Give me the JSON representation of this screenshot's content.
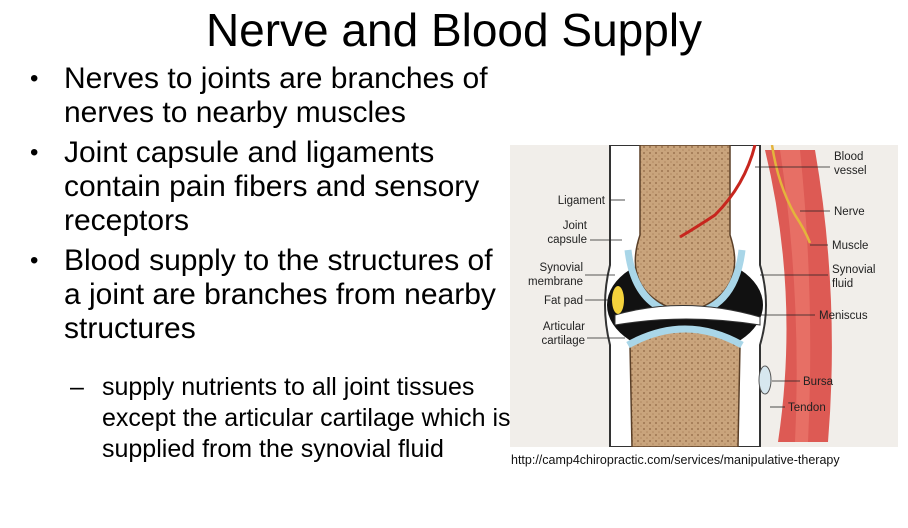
{
  "slide": {
    "title": "Nerve and Blood Supply",
    "bullets": [
      "Nerves to joints are branches of nerves to nearby muscles",
      "Joint capsule and ligaments contain pain fibers and sensory receptors",
      "Blood supply to the structures of a joint are branches from nearby structures"
    ],
    "sub_bullet": "supply nutrients to all joint tissues except the articular cartilage which is supplied from the synovial fluid",
    "bullet_glyph": "•",
    "dash_glyph": "–"
  },
  "figure": {
    "labels_left": [
      "Ligament",
      "Joint",
      "capsule",
      "Synovial",
      "membrane",
      "Fat pad",
      "Articular",
      "cartilage"
    ],
    "labels_right": [
      "Blood",
      "vessel",
      "Nerve",
      "Muscle",
      "Synovial",
      "fluid",
      "Meniscus",
      "Bursa",
      "Tendon"
    ],
    "caption": "http://camp4chiropractic.com/services/manipulative-therapy"
  }
}
